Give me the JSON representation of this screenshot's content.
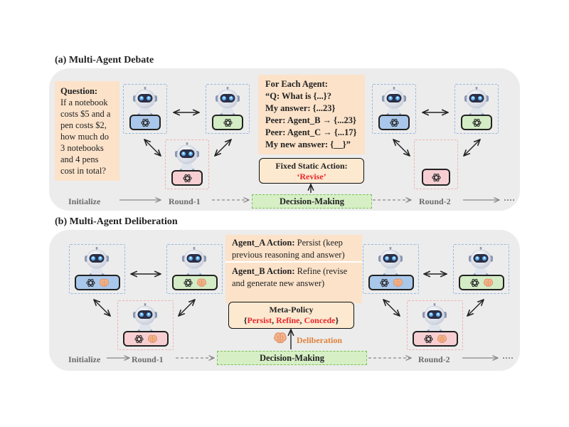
{
  "panel_a": {
    "title": "(a) Multi-Agent Debate",
    "question": {
      "label": "Question:",
      "lines": [
        "If a notebook",
        "costs $5 and a",
        "pen costs $2,",
        "how much do",
        "3 notebooks",
        "and 4 pens",
        "cost in total?"
      ]
    },
    "prompt": {
      "lines": [
        "For Each Agent:",
        "“Q: What is {...}?",
        "My answer: {...23}",
        "Peer: Agent_B → {...23}",
        "Peer: Agent_C → {...17}",
        "My new answer: {__}”"
      ]
    },
    "action": {
      "label": "Fixed Static Action:",
      "value": "‘Revise’"
    },
    "decision": "Decision-Making",
    "stages": {
      "initialize": "Initialize",
      "round1": "Round-1",
      "round2": "Round-2",
      "more": "····"
    }
  },
  "panel_b": {
    "title": "(b) Multi-Agent Deliberation",
    "agent_a": {
      "label": "Agent_A Action:",
      "text_1": "Persist (keep",
      "text_2": "previous reasoning and answer)"
    },
    "agent_b": {
      "label": "Agent_B Action:",
      "text_1": "Refine (revise",
      "text_2": "and generate new answer)"
    },
    "meta": {
      "label": "Meta-Policy",
      "open": "{",
      "options": [
        "Persist",
        "Refine",
        "Concede"
      ],
      "sep": ", ",
      "close": "}"
    },
    "deliberation": "Deliberation",
    "decision": "Decision-Making",
    "stages": {
      "initialize": "Initialize",
      "round1": "Round-1",
      "round2": "Round-2",
      "more": "····"
    }
  },
  "colors": {
    "panel_bg": "#ececec",
    "peach": "#fbe2c9",
    "red_text": "#e8262b",
    "orange_text": "#e0823c",
    "green_dm": "#d6efc5"
  },
  "icons": [
    "robot-icon",
    "openai-logo-icon",
    "brain-icon",
    "double-arrow-icon",
    "arrow-right-icon",
    "arrow-up-icon"
  ]
}
